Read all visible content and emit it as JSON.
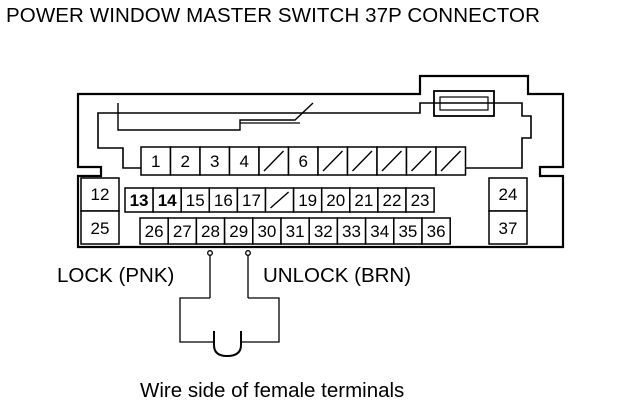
{
  "title": "POWER WINDOW MASTER SWITCH 37P CONNECTOR",
  "caption": "Wire side of female terminals",
  "wires": {
    "lock": "LOCK (PNK)",
    "unlock": "UNLOCK (BRN)"
  },
  "connector": {
    "top_row": [
      "1",
      "2",
      "3",
      "4",
      "",
      "6",
      "",
      "",
      "",
      "",
      ""
    ],
    "middle_row": [
      "13",
      "14",
      "15",
      "16",
      "17",
      "",
      "19",
      "20",
      "21",
      "22",
      "23"
    ],
    "bottom_row": [
      "26",
      "27",
      "28",
      "29",
      "30",
      "31",
      "32",
      "33",
      "34",
      "35",
      "36"
    ],
    "left_column": [
      "12",
      "25"
    ],
    "right_column": [
      "24",
      "37"
    ],
    "bold_terminals": [
      "13",
      "14"
    ]
  }
}
